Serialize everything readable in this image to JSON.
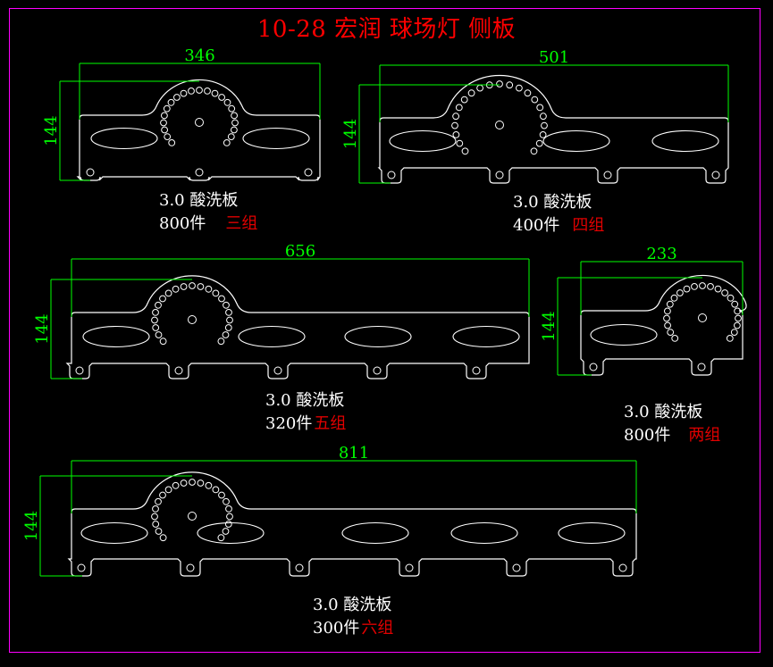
{
  "title": "10-28 宏润 球场灯 侧板",
  "colors": {
    "background": "#000000",
    "frame": "#ff00ff",
    "outline": "#ffffff",
    "dimension": "#00ff00",
    "title": "#ff0000",
    "group_label": "#e00000"
  },
  "panels": [
    {
      "id": "panel-346",
      "width_dim": "346",
      "height_dim": "144",
      "oval_slots": 2,
      "mount_tabs": 3,
      "arc_position": "center",
      "material": "3.0 酸洗板",
      "quantity": "800件",
      "group": "三组"
    },
    {
      "id": "panel-501",
      "width_dim": "501",
      "height_dim": "144",
      "oval_slots": 3,
      "mount_tabs": 4,
      "arc_position": "left",
      "material": "3.0 酸洗板",
      "quantity": "400件",
      "group": "四组"
    },
    {
      "id": "panel-656",
      "width_dim": "656",
      "height_dim": "144",
      "oval_slots": 4,
      "mount_tabs": 5,
      "arc_position": "left",
      "material": "3.0 酸洗板",
      "quantity": "320件",
      "group": "五组"
    },
    {
      "id": "panel-233",
      "width_dim": "233",
      "height_dim": "144",
      "oval_slots": 1,
      "mount_tabs": 2,
      "arc_position": "right",
      "material": "3.0 酸洗板",
      "quantity": "800件",
      "group": "两组"
    },
    {
      "id": "panel-811",
      "width_dim": "811",
      "height_dim": "144",
      "oval_slots": 5,
      "mount_tabs": 6,
      "arc_position": "left",
      "material": "3.0 酸洗板",
      "quantity": "300件",
      "group": "六组"
    }
  ]
}
